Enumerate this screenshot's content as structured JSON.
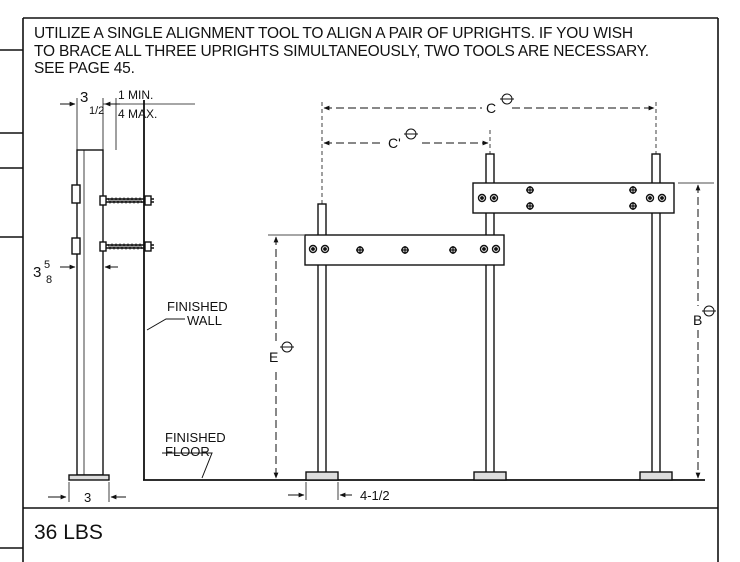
{
  "instructions": {
    "line1": "UTILIZE A SINGLE ALIGNMENT TOOL TO ALIGN A PAIR OF UPRIGHTS. IF YOU WISH",
    "line2": "TO BRACE ALL THREE UPRIGHTS SIMULTANEOUSLY, TWO TOOLS ARE NECESSARY.",
    "line3": "SEE PAGE 45."
  },
  "side_view": {
    "top_dim_whole": "3",
    "top_dim_fraction": "1/2",
    "min_label": "1 MIN.",
    "max_label": "4 MAX.",
    "left_dim_whole": "3",
    "left_dim_num": "5",
    "left_dim_den": "8",
    "wall_label_line1": "FINISHED",
    "wall_label_line2": "WALL",
    "floor_label_line1": "FINISHED",
    "floor_label_line2": "FLOOR",
    "base_dim": "3"
  },
  "front_view": {
    "dim_c": "C",
    "dim_c_prime": "C'",
    "dim_b": "B",
    "dim_e": "E",
    "base_dim": "4-1/2"
  },
  "weight": "36 LBS"
}
